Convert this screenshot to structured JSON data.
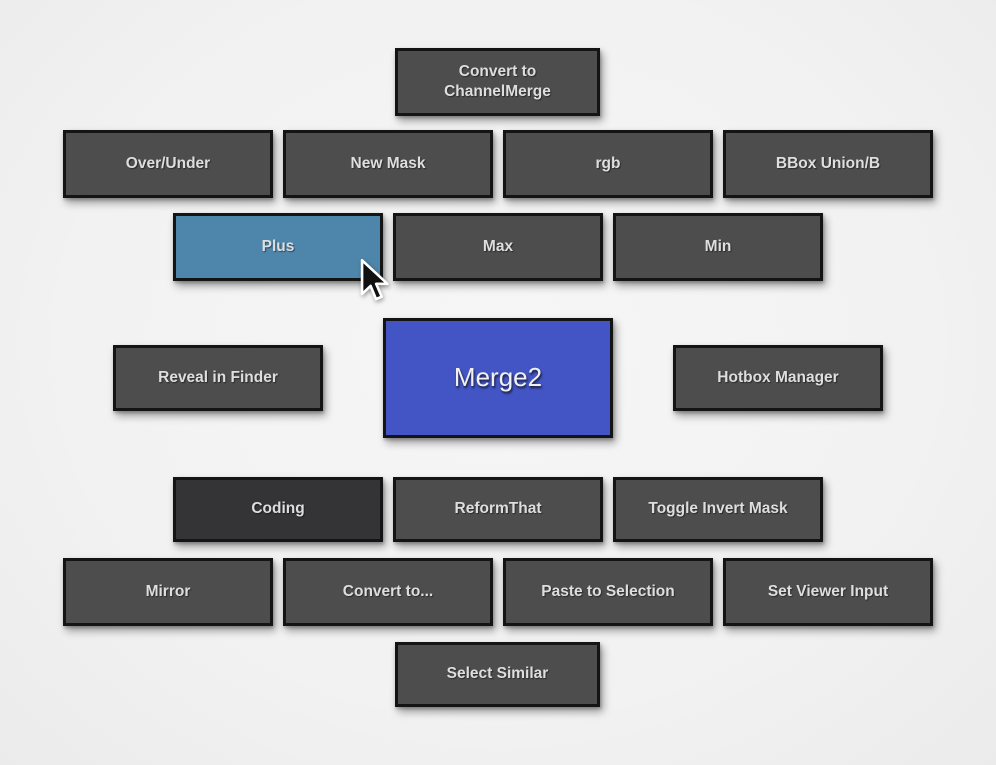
{
  "app": {
    "name": "node-hotbox-menu",
    "selected_node": "Merge2"
  },
  "colors": {
    "background": "#f2f2f2",
    "button_bg": "#4d4d4d",
    "button_dark_bg": "#343437",
    "selected_button_bg": "#4e85aa",
    "center_button_bg": "#4355c4",
    "button_border": "#141414",
    "button_text": "#dedede"
  },
  "buttons": {
    "convert_to_channelmerge": "Convert to\nChannelMerge",
    "over_under": "Over/Under",
    "new_mask": "New Mask",
    "rgb": "rgb",
    "bbox_union_b": "BBox Union/B",
    "plus": "Plus",
    "max": "Max",
    "min": "Min",
    "reveal_in_finder": "Reveal in Finder",
    "merge2": "Merge2",
    "hotbox_manager": "Hotbox Manager",
    "coding": "Coding",
    "reformthat": "ReformThat",
    "toggle_invert_mask": "Toggle Invert Mask",
    "mirror": "Mirror",
    "convert_to": "Convert to...",
    "paste_to_selection": "Paste to Selection",
    "set_viewer_input": "Set Viewer Input",
    "select_similar": "Select Similar"
  },
  "cursor": {
    "icon": "arrow-cursor",
    "hover_target": "Plus"
  }
}
